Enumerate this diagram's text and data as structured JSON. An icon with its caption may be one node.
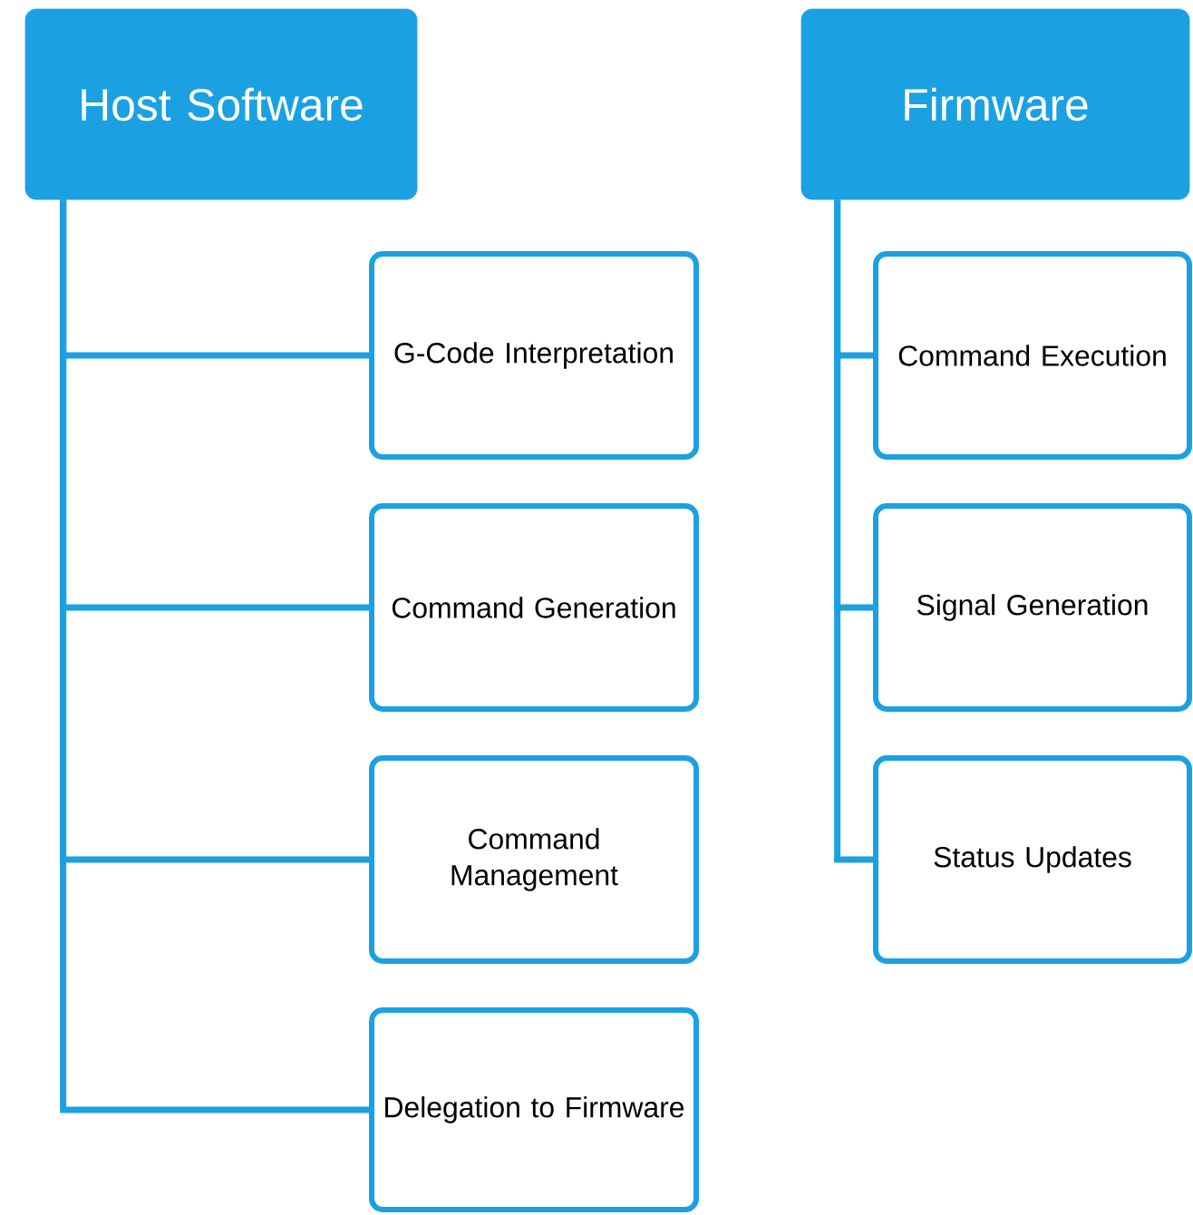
{
  "diagram": {
    "nodes": [
      {
        "text": [
          "Host Software"
        ]
      },
      {
        "text": [
          "G-Code Interpretation"
        ]
      },
      {
        "text": [
          "Command Generation"
        ]
      },
      {
        "text": [
          "Command Management"
        ]
      },
      {
        "text": [
          "Delegation to Firmware"
        ]
      },
      {
        "text": [
          "Firmware"
        ]
      },
      {
        "text": [
          "Command Execution"
        ]
      },
      {
        "text": [
          "Signal Generation"
        ]
      },
      {
        "text": [
          "Status Updates"
        ]
      }
    ],
    "edges": [
      {
        "from": 0,
        "to": 1,
        "arrow": "none"
      },
      {
        "from": 0,
        "to": 2,
        "arrow": "none"
      },
      {
        "from": 0,
        "to": 3,
        "arrow": "none"
      },
      {
        "from": 0,
        "to": 4,
        "arrow": "none"
      },
      {
        "from": 5,
        "to": 6,
        "arrow": "none"
      },
      {
        "from": 5,
        "to": 7,
        "arrow": "none"
      },
      {
        "from": 5,
        "to": 8,
        "arrow": "none"
      }
    ]
  }
}
